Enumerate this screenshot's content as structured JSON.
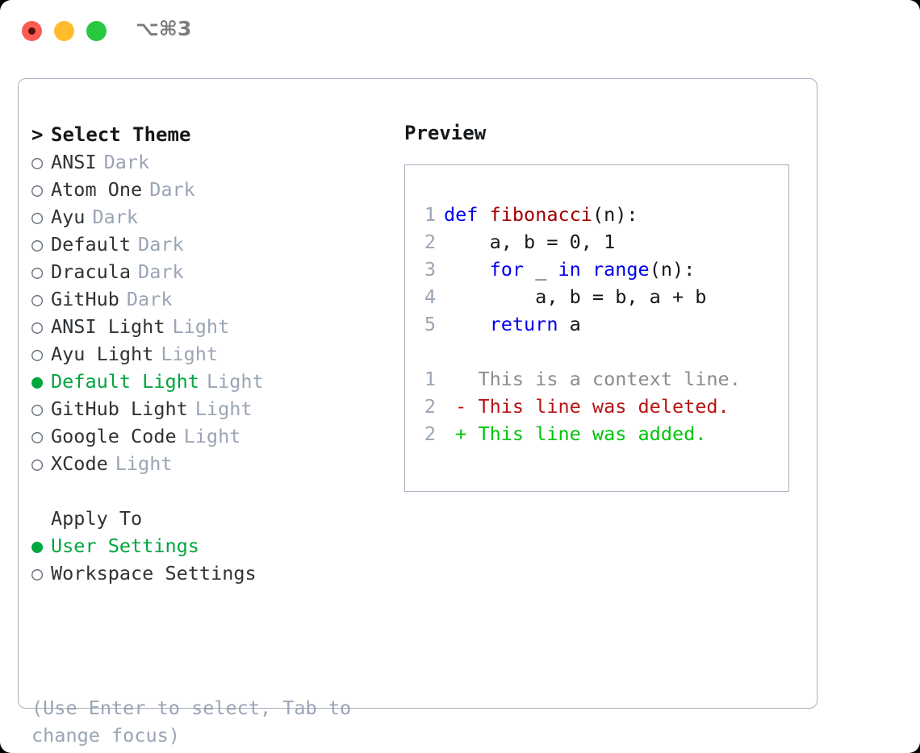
{
  "titlebar": {
    "shortcut": "⌥⌘3",
    "buttons": [
      {
        "name": "close",
        "color": "#fb5d54"
      },
      {
        "name": "minimize",
        "color": "#ffbd2e"
      },
      {
        "name": "zoom",
        "color": "#28c840"
      }
    ]
  },
  "theme_picker": {
    "header_prefix": ">",
    "header": "Select Theme",
    "marker_unselected": "○",
    "marker_selected": "●",
    "themes": [
      {
        "name": "ANSI",
        "category": "Dark",
        "selected": false
      },
      {
        "name": "Atom One",
        "category": "Dark",
        "selected": false
      },
      {
        "name": "Ayu",
        "category": "Dark",
        "selected": false
      },
      {
        "name": "Default",
        "category": "Dark",
        "selected": false
      },
      {
        "name": "Dracula",
        "category": "Dark",
        "selected": false
      },
      {
        "name": "GitHub",
        "category": "Dark",
        "selected": false
      },
      {
        "name": "ANSI Light",
        "category": "Light",
        "selected": false
      },
      {
        "name": "Ayu Light",
        "category": "Light",
        "selected": false
      },
      {
        "name": "Default Light",
        "category": "Light",
        "selected": true
      },
      {
        "name": "GitHub Light",
        "category": "Light",
        "selected": false
      },
      {
        "name": "Google Code",
        "category": "Light",
        "selected": false
      },
      {
        "name": "XCode",
        "category": "Light",
        "selected": false
      }
    ]
  },
  "apply_to": {
    "header": "Apply To",
    "options": [
      {
        "name": "User Settings",
        "selected": true
      },
      {
        "name": "Workspace Settings",
        "selected": false
      }
    ]
  },
  "hint": "(Use Enter to select, Tab to change focus)",
  "preview": {
    "title": "Preview",
    "code_lines": [
      {
        "num": "1",
        "tokens": [
          {
            "t": "def",
            "c": "kw"
          },
          {
            "t": " ",
            "c": "plain"
          },
          {
            "t": "fibonacci",
            "c": "fn"
          },
          {
            "t": "(n):",
            "c": "plain"
          }
        ]
      },
      {
        "num": "2",
        "tokens": [
          {
            "t": "    a, b = 0, 1",
            "c": "plain"
          }
        ]
      },
      {
        "num": "3",
        "tokens": [
          {
            "t": "    ",
            "c": "plain"
          },
          {
            "t": "for",
            "c": "kw"
          },
          {
            "t": " _ ",
            "c": "plain"
          },
          {
            "t": "in",
            "c": "kw"
          },
          {
            "t": " ",
            "c": "plain"
          },
          {
            "t": "range",
            "c": "kw"
          },
          {
            "t": "(n):",
            "c": "plain"
          }
        ]
      },
      {
        "num": "4",
        "tokens": [
          {
            "t": "        a, b = b, a + b",
            "c": "plain"
          }
        ]
      },
      {
        "num": "5",
        "tokens": [
          {
            "t": "    ",
            "c": "plain"
          },
          {
            "t": "return",
            "c": "kw"
          },
          {
            "t": " a",
            "c": "plain"
          }
        ]
      }
    ],
    "diff_lines": [
      {
        "num": "1",
        "tokens": [
          {
            "t": "   This is a context line.",
            "c": "ctx"
          }
        ]
      },
      {
        "num": "2",
        "tokens": [
          {
            "t": " - This line was deleted.",
            "c": "del"
          }
        ]
      },
      {
        "num": "2",
        "tokens": [
          {
            "t": " + This line was added.",
            "c": "add"
          }
        ]
      }
    ]
  },
  "colors": {
    "accent_green": "#00a63e",
    "muted_gray": "#9aa5b5",
    "border": "#a6b0bf",
    "keyword_blue": "#0000f0",
    "function_red": "#a00000",
    "diff_delete": "#b81414",
    "diff_add": "#00c40a"
  }
}
